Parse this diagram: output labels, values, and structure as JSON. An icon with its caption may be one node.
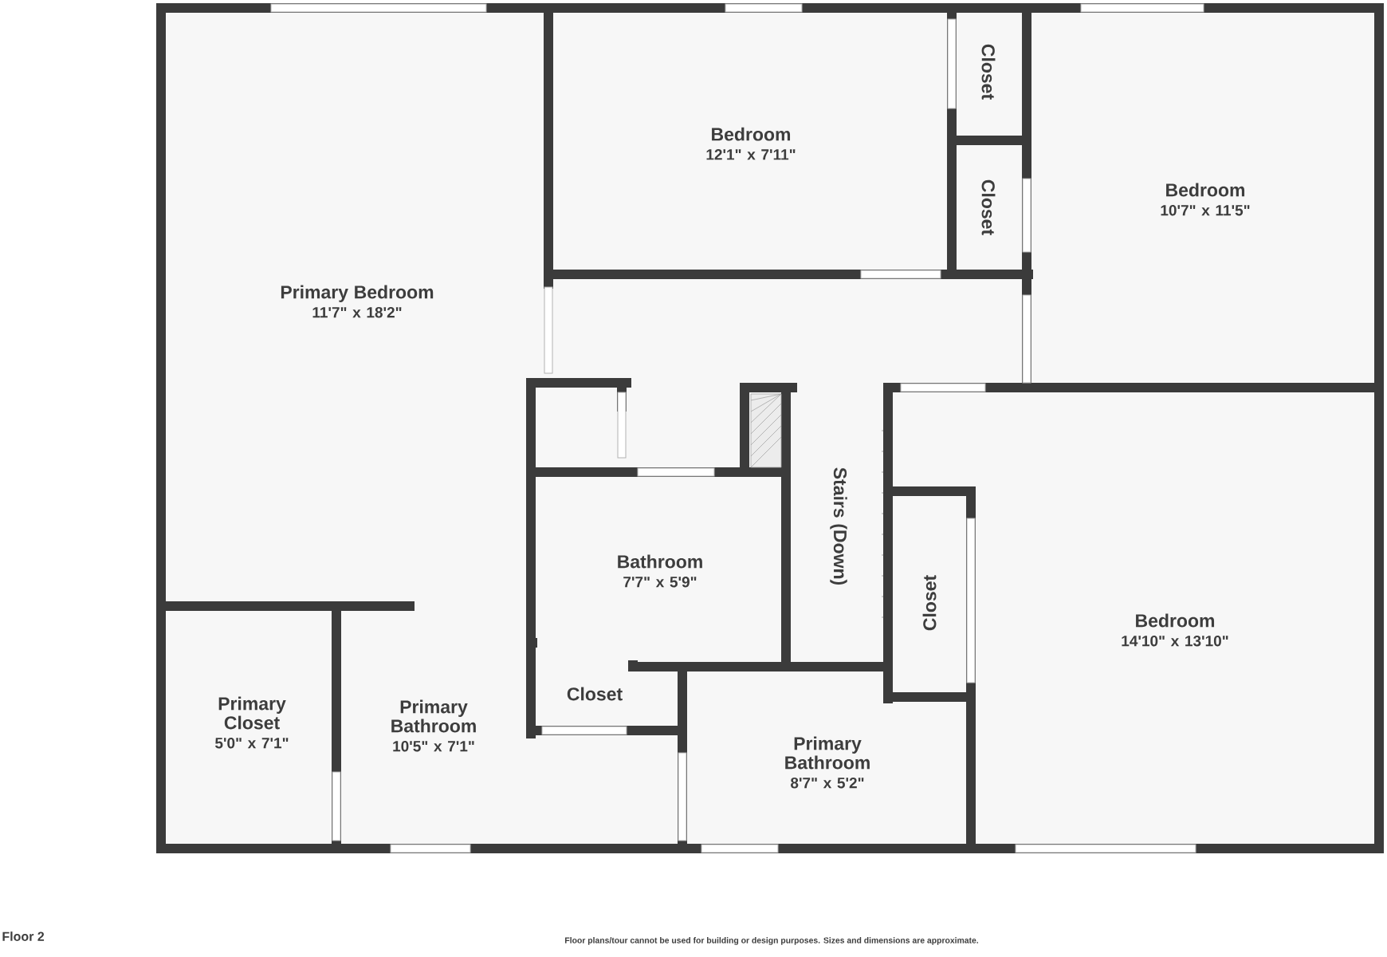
{
  "diagram": {
    "nodes": [
      {
        "text": [
          "Primary Bedroom",
          "11'7\" x 18'2\""
        ]
      },
      {
        "text": [
          "Bedroom",
          "12'1\" x 7'11\""
        ]
      },
      {
        "text": [
          "Closet"
        ]
      },
      {
        "text": [
          "Closet"
        ]
      },
      {
        "text": [
          "Bedroom",
          "10'7\" x 11'5\""
        ]
      },
      {
        "text": [
          "Stairs (Down)"
        ]
      },
      {
        "text": [
          "Bathroom",
          "7'7\" x 5'9\""
        ]
      },
      {
        "text": [
          "Closet"
        ]
      },
      {
        "text": [
          "Bedroom",
          "14'10\" x 13'10\""
        ]
      },
      {
        "text": [
          "Primary Closet",
          "5'0\" x 7'1\""
        ]
      },
      {
        "text": [
          "Primary Bathroom",
          "10'5\" x 7'1\""
        ]
      },
      {
        "text": [
          "Closet"
        ]
      },
      {
        "text": [
          "Primary Bathroom",
          "8'7\" x 5'2\""
        ]
      }
    ],
    "labels": [
      "Floor 2",
      "Floor plans/tour cannot be used for building or design purposes. Sizes and dimensions are approximate."
    ]
  }
}
